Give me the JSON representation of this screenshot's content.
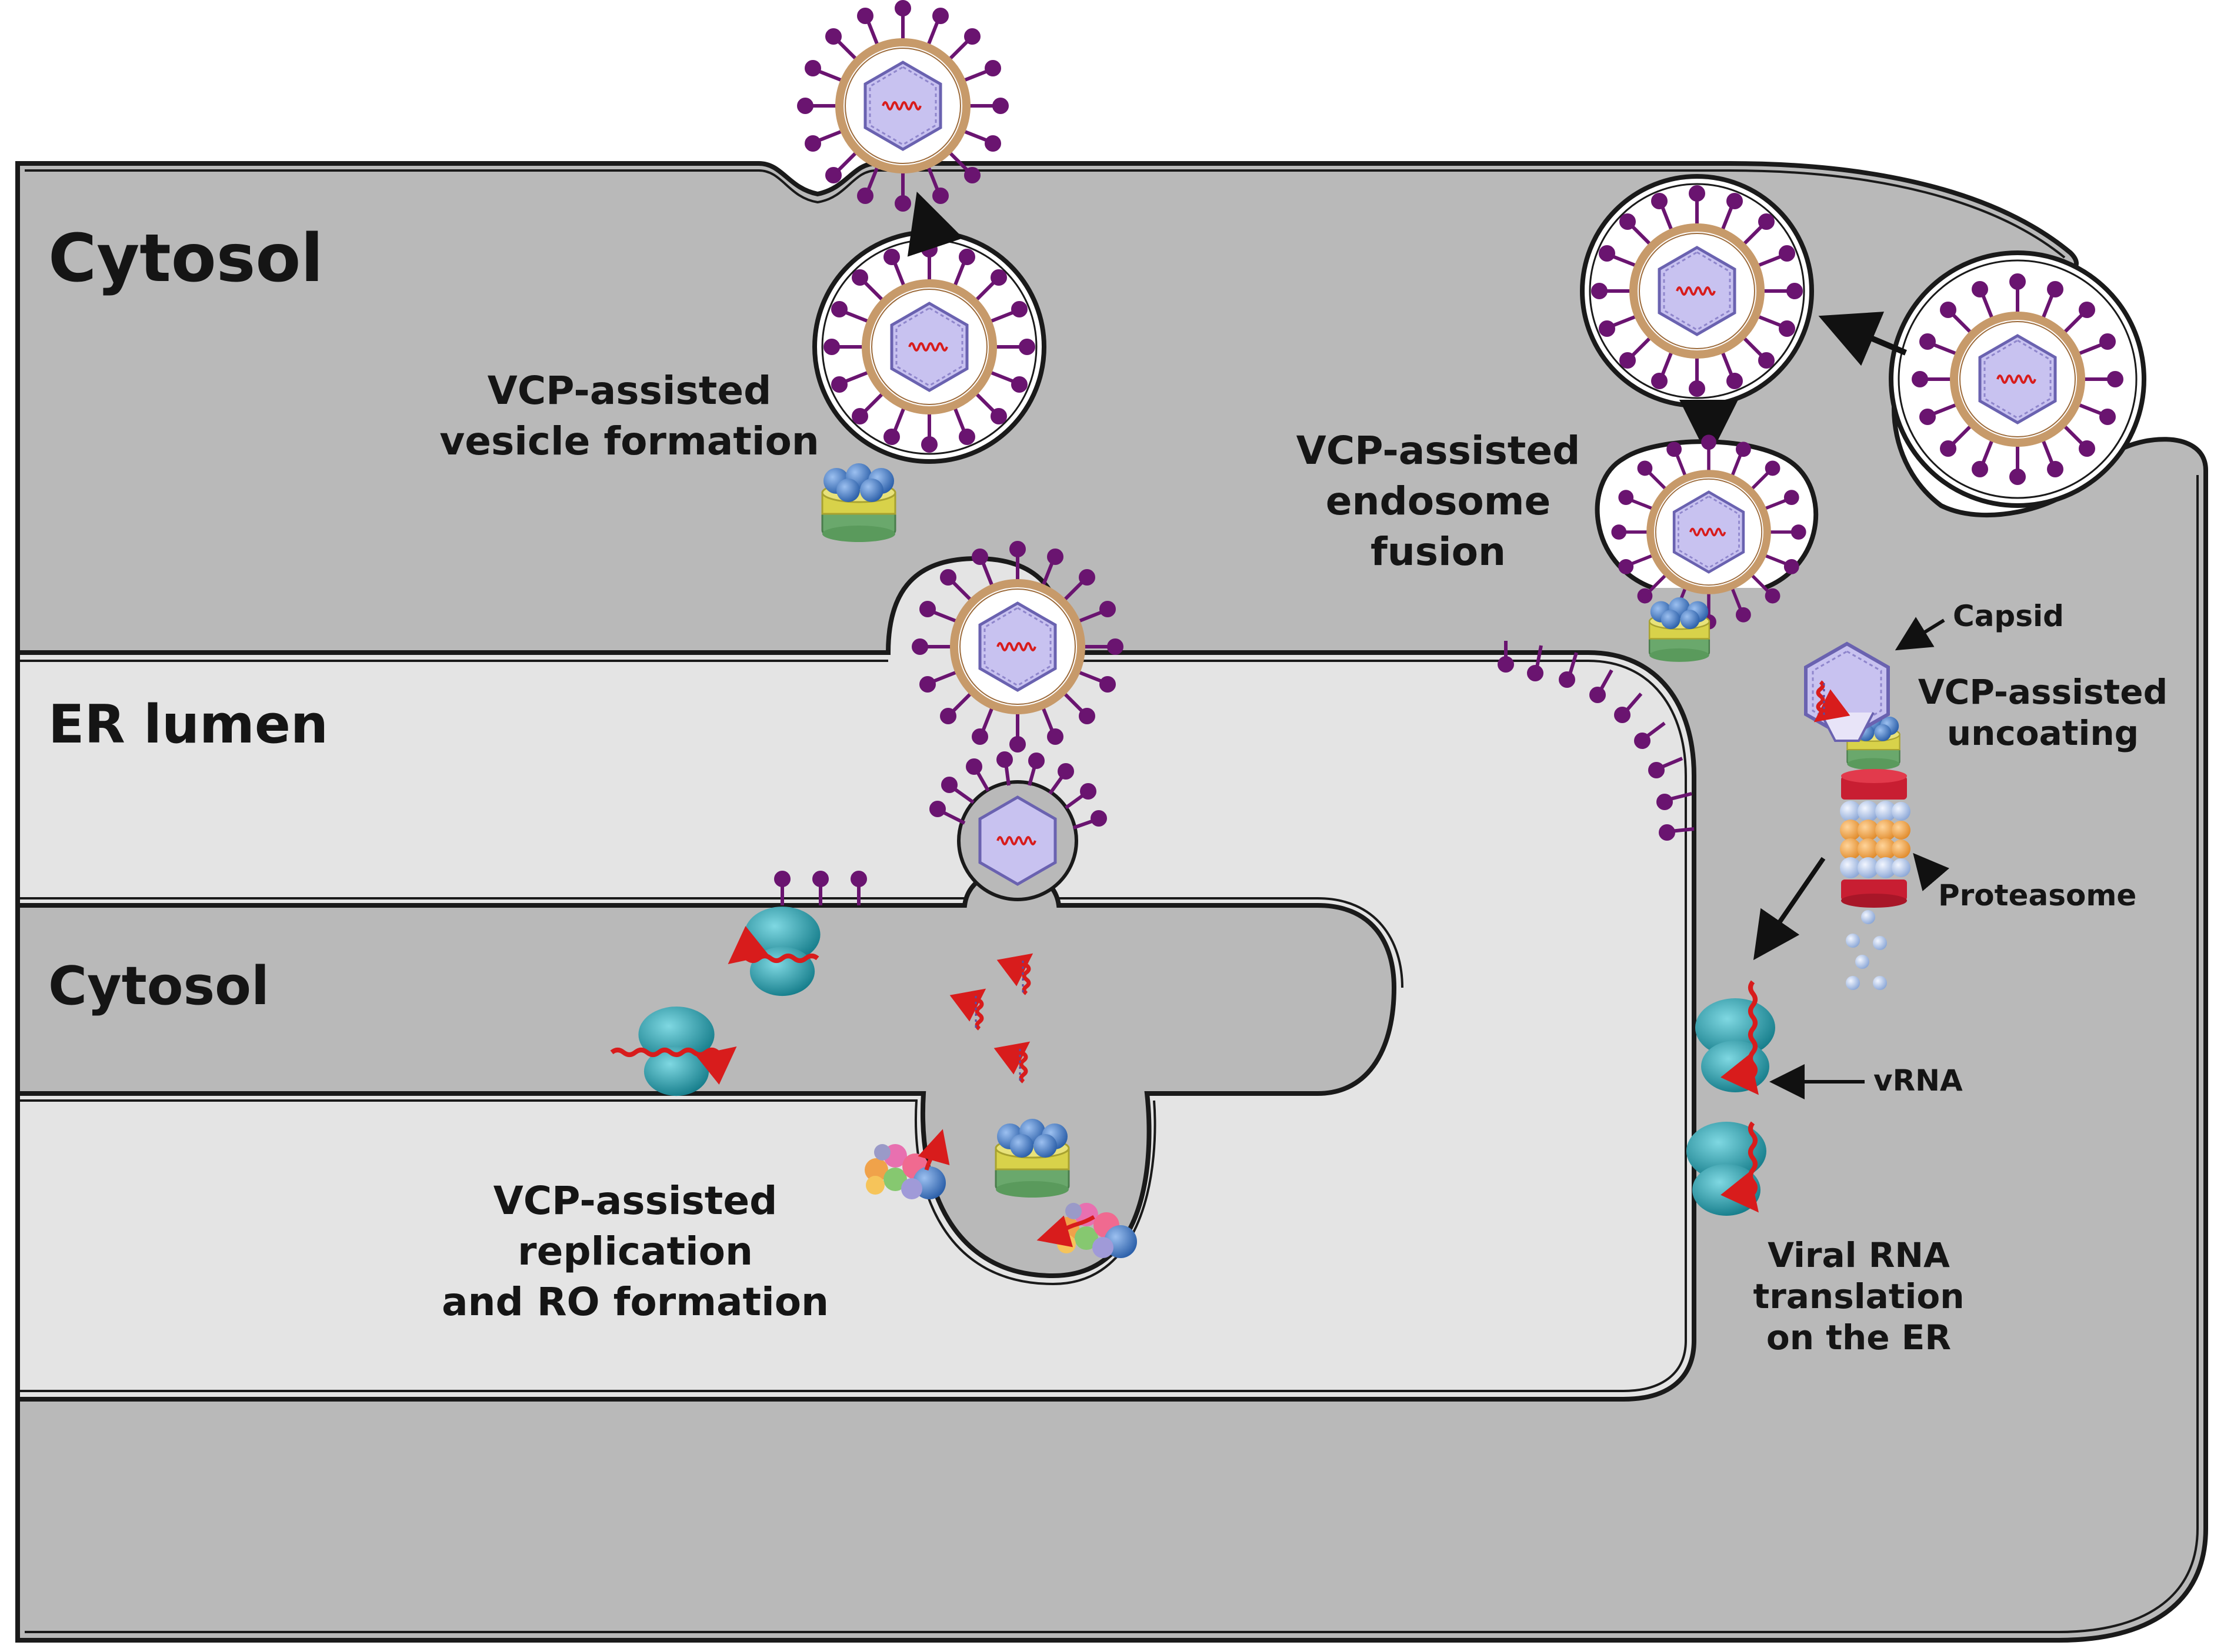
{
  "regions": {
    "cytosol_top": "Cytosol",
    "er_lumen": "ER lumen",
    "cytosol_inner": "Cytosol"
  },
  "processes": {
    "vesicle_formation": [
      "VCP-assisted",
      "vesicle formation"
    ],
    "endosome_fusion": [
      "VCP-assisted",
      "endosome",
      "fusion"
    ],
    "uncoating": [
      "VCP-assisted",
      "uncoating"
    ],
    "replication": [
      "VCP-assisted",
      "replication",
      "and RO formation"
    ],
    "translation": [
      "Viral RNA",
      "translation",
      "on the ER"
    ]
  },
  "callouts": {
    "capsid": "Capsid",
    "proteasome": "Proteasome",
    "vrna": "vRNA"
  },
  "colors": {
    "cytosol": "#b9b9b9",
    "er_lumen": "#e4e4e4",
    "membrane_outline": "#1a1a1a",
    "spike": "#6a1470",
    "envelope": "#c79a6a",
    "capsid_fill": "#c8c2f0",
    "rna": "#d81c1c",
    "ribosome": "#1e9aa8",
    "vcp_top": "#3e73c0",
    "vcp_yellow": "#d8d24a",
    "vcp_green": "#6aa86c",
    "proteasome_red": "#c81e32",
    "proteasome_orange": "#f0a24a"
  }
}
